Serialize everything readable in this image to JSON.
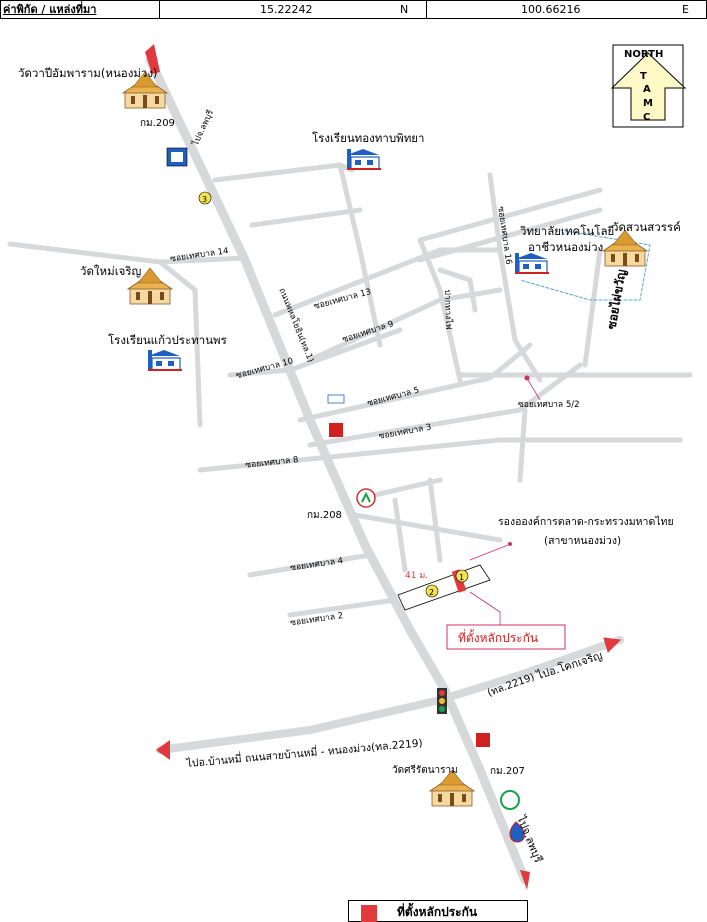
{
  "header": {
    "title": "ค่าพิกัด / แหล่งที่มา",
    "lat": "15.22242",
    "lat_dir": "N",
    "lon": "100.66216",
    "lon_dir": "E"
  },
  "compass": {
    "label_top": "NORTH",
    "label_letters": [
      "T",
      "A",
      "M",
      "C"
    ]
  },
  "places": {
    "wat_pathum": "วัดวาปีอัมพาราม(หนองม่วง)",
    "school_thongthap": "โรงเรียนทองทาบพิทยา",
    "college": "วิทยาลัยเทคโนโลยี",
    "college2": "อาชีวหนองม่วง",
    "wat_suan": "วัดสวนสวรรค์",
    "wat_mai": "วัดใหม่เจริญ",
    "school_kaew": "โรงเรียนแก้วประทานพร",
    "market_office": "รองอองค์การตลาด-กระทรวงมหาดไทย",
    "market_branch": "(สาขาหนองม่วง)",
    "wat_sri": "วัดศรีรัตนาราม",
    "marker_site": "ที่ตั้งหลักประกัน"
  },
  "km_markers": {
    "k209": "กม.209",
    "k208": "กม.208",
    "k207": "กม.207"
  },
  "roads": {
    "to_lopburi_top": "ไปจ.ลพบุรี",
    "main_hwy": "ถนนพหลโยธิน(ทล.1)",
    "soi14": "ซอยเทศบาล 14",
    "soi13": "ซอยเทศบาล 13",
    "soi9": "ซอยเทศบาล 9",
    "soi10": "ซอยเทศบาล 10",
    "soi5": "ซอยเทศบาล 5",
    "soi3": "ซอยเทศบาล 3",
    "soi8": "ซอยเทศบาล 8",
    "soi4": "ซอยเทศบาล 4",
    "soi2": "ซอยเทศบาล 2",
    "soi52": "ซอยเทศบาล 5/2",
    "soi_vert": "ซอยเทศบาล 16",
    "soi_mai": "ซอยไผ่ขวัญ",
    "pak_lak": "ปากทางไฟ",
    "to_khok_charoen": "ไปอ.โคกเจริญ",
    "route_2219": "(ทล.2219)",
    "to_ban_mi": "ไปอ.บ้านหมี่ ถนนสายบ้านหมี่ - หนองม่วง(ทล.2219)",
    "to_lopburi_bottom": "ไปจ.ลพบุรี",
    "distance": "41 ม."
  },
  "markers": {
    "one": "1",
    "two": "2",
    "three": "3"
  },
  "legend": {
    "label": "ที่ตั้งหลักประกัน"
  },
  "colors": {
    "road": "#d6d8da",
    "arrow": "#e03a3e",
    "site": "#e03a3e",
    "pink": "#d0306a"
  }
}
